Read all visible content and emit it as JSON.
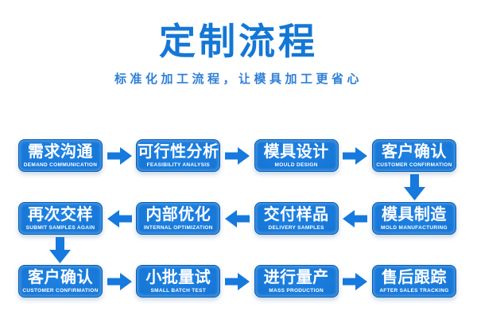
{
  "header": {
    "title": "定制流程",
    "subtitle": "标准化加工流程，让模具加工更省心"
  },
  "colors": {
    "title_blue": "#1377d6",
    "subtitle_blue": "#2e7fd6",
    "box_fill_center": "#1e82e4",
    "box_fill_edge": "#0c5cab",
    "arrow_blue": "#1579dd",
    "box_text": "#ffffff",
    "background": "#ffffff"
  },
  "flow": {
    "rows": [
      {
        "arrow_direction": "right",
        "steps": [
          {
            "zh": "需求沟通",
            "en": "DEMAND COMMUNICATION"
          },
          {
            "zh": "可行性分析",
            "en": "FEASIBILITY ANALYSIS"
          },
          {
            "zh": "模具设计",
            "en": "MOULD DESIGN"
          },
          {
            "zh": "客户确认",
            "en": "CUSTOMER CONFIRMATION"
          }
        ]
      },
      {
        "arrow_direction": "left",
        "steps": [
          {
            "zh": "再次交样",
            "en": "SUBMIT SAMPLES AGAIN"
          },
          {
            "zh": "内部优化",
            "en": "INTERNAL OPTIMIZATION"
          },
          {
            "zh": "交付样品",
            "en": "DELIVERY SAMPLES"
          },
          {
            "zh": "模具制造",
            "en": "MOLD MANUFACTURING"
          }
        ]
      },
      {
        "arrow_direction": "right",
        "steps": [
          {
            "zh": "客户确认",
            "en": "CUSTOMER CONFIRMATION"
          },
          {
            "zh": "小批量试",
            "en": "SMALL BATCH TEST"
          },
          {
            "zh": "进行量产",
            "en": "MASS PRODUCTION"
          },
          {
            "zh": "售后跟踪",
            "en": "AFTER SALES TRACKING"
          }
        ]
      }
    ]
  }
}
